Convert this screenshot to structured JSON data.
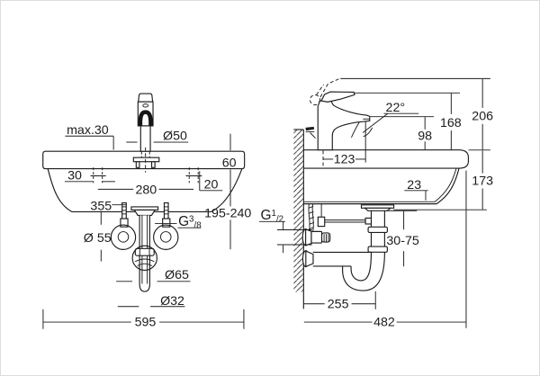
{
  "drawing": {
    "front": {
      "max_deck": "max.30",
      "faucet_dia": "Ø50",
      "deck_thickness": "60",
      "hole_dia": "30",
      "hole_spacing": "280",
      "hole_offset": "20",
      "stud_length": "355",
      "supply_range": "195-240",
      "supply_thread": {
        "g": "G",
        "num": "3",
        "den": "/8"
      },
      "escutcheon_dia": "Ø 55",
      "trap_dia": "Ø65",
      "pipe_dia": "Ø32",
      "total_width": "595"
    },
    "side": {
      "spout_angle": "22°",
      "lever_height": "168",
      "max_height": "206",
      "spout_height": "98",
      "spout_reach": "123",
      "drain_offset": "23",
      "basin_depth": "173",
      "valve_thread": {
        "g": "G",
        "num": "1",
        "den": "/2"
      },
      "trap_adjust": "30-75",
      "wall_distance": "255",
      "total_depth": "482"
    }
  }
}
